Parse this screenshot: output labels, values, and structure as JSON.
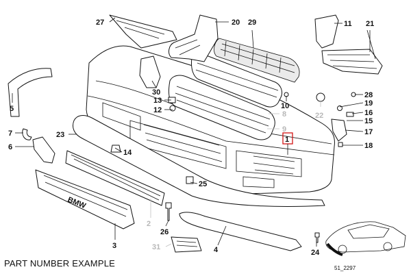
{
  "caption": "PART NUMBER EXAMPLE",
  "reference_code": "51_2297",
  "colors": {
    "highlight": "#d21414",
    "muted": "#b8b8b8",
    "ink": "#111111"
  },
  "callouts": [
    {
      "id": "c1",
      "label": "1"
    },
    {
      "id": "c2",
      "label": "2"
    },
    {
      "id": "c3",
      "label": "3"
    },
    {
      "id": "c4",
      "label": "4"
    },
    {
      "id": "c5",
      "label": "5"
    },
    {
      "id": "c6",
      "label": "6"
    },
    {
      "id": "c7",
      "label": "7"
    },
    {
      "id": "c8",
      "label": "8"
    },
    {
      "id": "c9",
      "label": "9"
    },
    {
      "id": "c10",
      "label": "10"
    },
    {
      "id": "c11",
      "label": "11"
    },
    {
      "id": "c12",
      "label": "12"
    },
    {
      "id": "c13",
      "label": "13"
    },
    {
      "id": "c14",
      "label": "14"
    },
    {
      "id": "c15",
      "label": "15"
    },
    {
      "id": "c16",
      "label": "16"
    },
    {
      "id": "c17",
      "label": "17"
    },
    {
      "id": "c18",
      "label": "18"
    },
    {
      "id": "c19",
      "label": "19"
    },
    {
      "id": "c20",
      "label": "20"
    },
    {
      "id": "c21",
      "label": "21"
    },
    {
      "id": "c22",
      "label": "22"
    },
    {
      "id": "c23",
      "label": "23"
    },
    {
      "id": "c24",
      "label": "24"
    },
    {
      "id": "c25",
      "label": "25"
    },
    {
      "id": "c26",
      "label": "26"
    },
    {
      "id": "c27",
      "label": "27"
    },
    {
      "id": "c28",
      "label": "28"
    },
    {
      "id": "c29",
      "label": "29"
    },
    {
      "id": "c30",
      "label": "30"
    },
    {
      "id": "c31",
      "label": "31"
    }
  ],
  "diagram_text": {
    "plate_lettering": "BMW"
  }
}
